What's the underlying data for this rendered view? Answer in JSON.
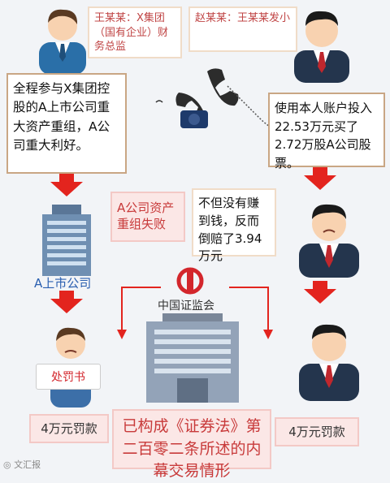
{
  "top_left_label": "王某某：X集团（国有企业）财务总监",
  "top_right_label": "赵某某：王某某发小",
  "left_text": "全程参与X集团控股的A上市公司重大资产重组，A公司重大利好。",
  "right_text": "使用本人账户投入22.53万元买了2.72万股A公司股票。",
  "middle_failure": "A公司资产重组失败",
  "loss_text": "不但没有赚到钱，反而倒赔了3.94万元",
  "company_label": "A上市公司",
  "csrc_label": "中国证监会",
  "penalty_doc": "处罚书",
  "fine_left": "4万元罚款",
  "fine_right": "4万元罚款",
  "conclusion": "已构成《证券法》第二百零二条所述的内幕交易情形",
  "watermark": "文汇报",
  "colors": {
    "accent": "#e3241e",
    "pink_bg": "#fbe7e6",
    "navy": "#24354d"
  }
}
